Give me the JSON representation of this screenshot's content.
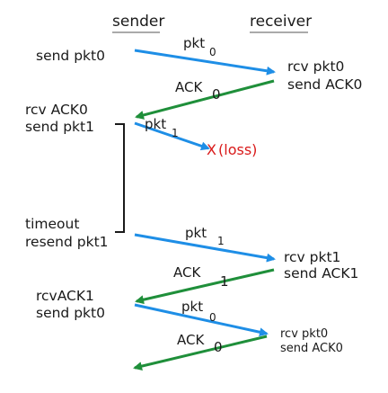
{
  "headers": {
    "sender": "sender",
    "receiver": "receiver"
  },
  "sender_labels": {
    "send_pkt0": "send pkt0",
    "rcv_ack0": "rcv ACK0",
    "send_pkt1": "send pkt1",
    "timeout": "timeout",
    "resend_pkt1": "resend pkt1",
    "rcv_ack1": "rcvACK1",
    "send_pkt0_2": "send pkt0"
  },
  "receiver_labels": {
    "rcv_pkt0": "rcv pkt0",
    "send_ack0": "send ACK0",
    "rcv_pkt1": "rcv pkt1",
    "send_ack1": "send ACK1",
    "rcv_pkt0_2": "rcv pkt0",
    "send_ack0_2": "send ACK0"
  },
  "messages": {
    "pkt": "pkt",
    "ack": "ACK",
    "sub0": "0",
    "sub1": "1",
    "loss": "(loss)",
    "loss_mark": "X"
  },
  "colors": {
    "data_arrow": "#1e8ee6",
    "ack_arrow": "#1f8f3a",
    "loss": "#d91a1a"
  }
}
